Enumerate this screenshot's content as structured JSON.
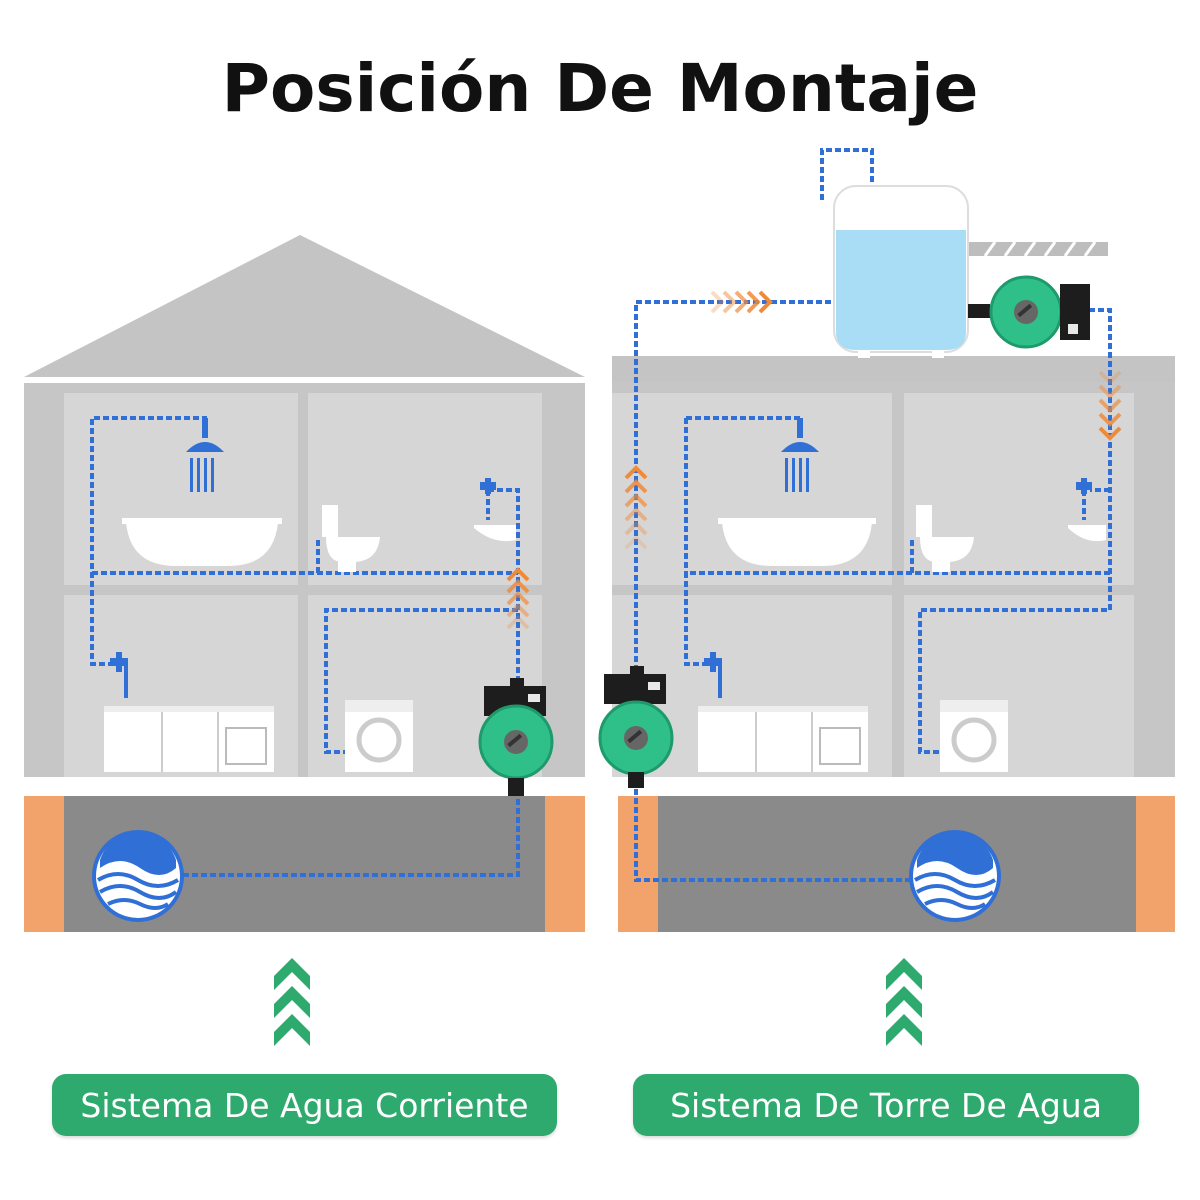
{
  "title": "Posición De Montaje",
  "systems": [
    {
      "caption": "Sistema De Agua Corriente"
    },
    {
      "caption": "Sistema De Torre De Agua"
    }
  ],
  "colors": {
    "pipe": "#2f6fd6",
    "pump_green": "#2fc08a",
    "pump_dark": "#1d1d1d",
    "flow_arrow": "#ef8a3a",
    "up_arrow": "#2faa6e",
    "caption_bg": "#2faa6e",
    "wall": "#c8c8c8",
    "room": "#d6d6d6",
    "ground": "#8a8a8a",
    "ground_side": "#f2a26b",
    "tank_water": "#a9dcf5"
  },
  "icons": [
    "shower-icon",
    "bathtub-icon",
    "toilet-icon",
    "sink-faucet-icon",
    "kitchen-cabinet-icon",
    "washing-machine-icon",
    "water-pump-icon",
    "water-source-icon",
    "water-tank-icon",
    "flow-direction-arrow-icon"
  ]
}
